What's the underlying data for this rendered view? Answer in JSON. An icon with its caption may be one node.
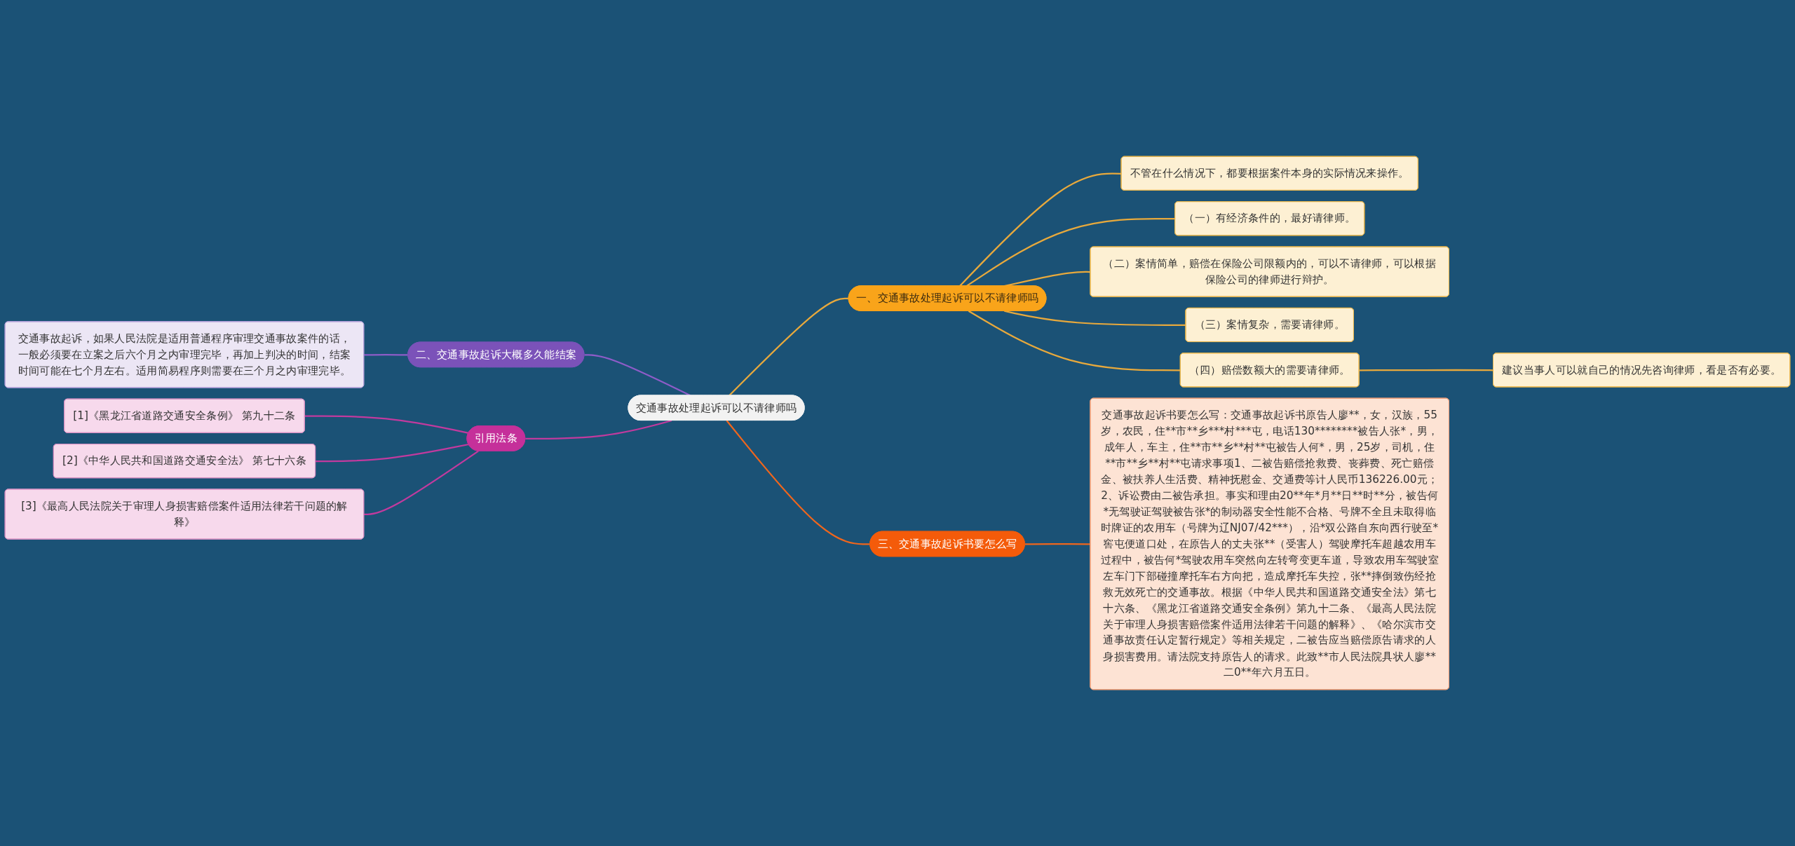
{
  "diagram": {
    "nodes": [
      {
        "text": [
          "交通事故处理起诉可以不请律师吗"
        ]
      },
      {
        "text": [
          "一、交通事故处理起诉可以不请律师吗"
        ]
      },
      {
        "text": [
          "不管在什么情况下，都要根据案件本身的实际情况来操作。"
        ]
      },
      {
        "text": [
          "（一）有经济条件的，最好请律师。"
        ]
      },
      {
        "text": [
          "（二）案情简单，赔偿在保险公司限额内的，可以不请律师，可以根据保险公司的律师进行辩护。"
        ]
      },
      {
        "text": [
          "（三）案情复杂，需要请律师。"
        ]
      },
      {
        "text": [
          "（四）赔偿数额大的需要请律师。"
        ]
      },
      {
        "text": [
          "建议当事人可以就自己的情况先咨询律师，看是否有必要。"
        ]
      },
      {
        "text": [
          "二、交通事故起诉大概多久能结案"
        ]
      },
      {
        "text": [
          "交通事故起诉，如果人民法院是适用普通程序审理交通事故案件的话，一般必须要在立案之后六个月之内审理完毕，再加上判决的时间，结案时间可能在七个月左右。适用简易程序则需要在三个月之内审理完毕。"
        ]
      },
      {
        "text": [
          "引用法条"
        ]
      },
      {
        "text": [
          "[1]《黑龙江省道路交通安全条例》 第九十二条"
        ]
      },
      {
        "text": [
          "[2]《中华人民共和国道路交通安全法》 第七十六条"
        ]
      },
      {
        "text": [
          "[3]《最高人民法院关于审理人身损害赔偿案件适用法律若干问题的解释》"
        ]
      },
      {
        "text": [
          "三、交通事故起诉书要怎么写"
        ]
      },
      {
        "text": [
          "交通事故起诉书要怎么写：交通事故起诉书原告人廖**，女，汉族，55岁，农民，住**市**乡***村***屯，电话130********被告人张*，男，成年人，车主，住**市**乡**村**屯被告人何*，男，25岁，司机，住**市**乡**村**屯请求事项1、二被告赔偿抢救费、丧葬费、死亡赔偿金、被扶养人生活费、精神抚慰金、交通费等计人民币136226.00元；2、诉讼费由二被告承担。事实和理由20**年*月**日**时**分，被告何*无驾驶证驾驶被告张*的制动器安全性能不合格、号牌不全且未取得临时牌证的农用车（号牌为辽NJ07/42***），沿*双公路自东向西行驶至*窖屯便道口处，在原告人的丈夫张**（受害人）驾驶摩托车超越农用车过程中，被告何*驾驶农用车突然向左转弯变更车道，导致农用车驾驶室左车门下部碰撞摩托车右方向把，造成摩托车失控，张**摔倒致伤经抢救无效死亡的交通事故。根据《中华人民共和国道路交通安全法》第七十六条、《黑龙江省道路交通安全条例》第九十二条、《最高人民法院关于审理人身损害赔偿案件适用法律若干问题的解释》、《哈尔滨市交通事故责任认定暂行规定》等相关规定，二被告应当赔偿原告请求的人身损害费用。请法院支持原告人的请求。此致**市人民法院具状人廖**二0**年六月五日。"
        ]
      }
    ],
    "edges": [
      {
        "from": 0,
        "to": 1,
        "arrow": "none"
      },
      {
        "from": 1,
        "to": 2,
        "arrow": "none"
      },
      {
        "from": 1,
        "to": 3,
        "arrow": "none"
      },
      {
        "from": 1,
        "to": 4,
        "arrow": "none"
      },
      {
        "from": 1,
        "to": 5,
        "arrow": "none"
      },
      {
        "from": 1,
        "to": 6,
        "arrow": "none"
      },
      {
        "from": 6,
        "to": 7,
        "arrow": "none"
      },
      {
        "from": 8,
        "to": 0,
        "arrow": "none",
        "color": "#8e5cc8"
      },
      {
        "from": 9,
        "to": 8,
        "arrow": "none",
        "color": "#8e5cc8"
      },
      {
        "from": 10,
        "to": 0,
        "arrow": "none",
        "color": "#c23a9e"
      },
      {
        "from": 11,
        "to": 10,
        "arrow": "none",
        "color": "#c23a9e"
      },
      {
        "from": 12,
        "to": 10,
        "arrow": "none",
        "color": "#c23a9e"
      },
      {
        "from": 13,
        "to": 10,
        "arrow": "none",
        "color": "#c23a9e"
      },
      {
        "from": 0,
        "to": 14,
        "arrow": "none",
        "color": "#f0661c"
      },
      {
        "from": 14,
        "to": 15,
        "arrow": "none",
        "color": "#f0661c"
      }
    ]
  }
}
